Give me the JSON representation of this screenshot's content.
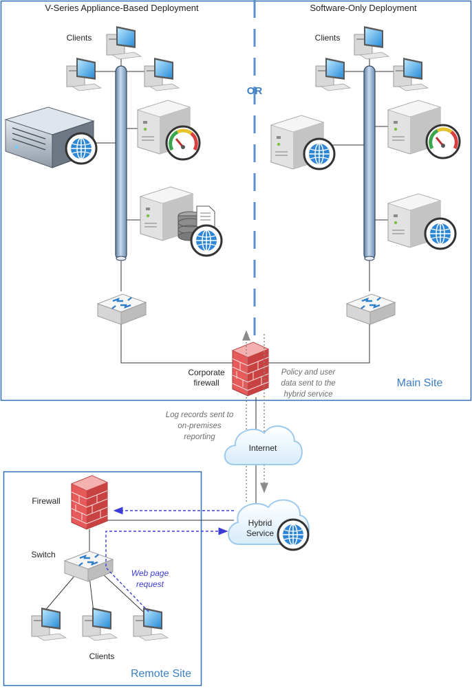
{
  "main_site": {
    "label": "Main Site",
    "left_title": "V-Series Appliance-Based Deployment",
    "right_title": "Software-Only Deployment",
    "or_label": "OR",
    "left_clients_label": "Clients",
    "right_clients_label": "Clients",
    "firewall_label_line1": "Corporate",
    "firewall_label_line2": "firewall"
  },
  "flows": {
    "policy_line1": "Policy and user",
    "policy_line2": "data sent to the",
    "policy_line3": "hybrid service",
    "log_line1": "Log records sent to",
    "log_line2": "on-premises",
    "log_line3": "reporting",
    "webpage_line1": "Web page",
    "webpage_line2": "request"
  },
  "internet": {
    "label": "Internet"
  },
  "hybrid": {
    "label_line1": "Hybrid",
    "label_line2": "Service"
  },
  "remote_site": {
    "label": "Remote Site",
    "firewall_label": "Firewall",
    "switch_label": "Switch",
    "clients_label": "Clients"
  },
  "colors": {
    "frame": "#2f6fb5",
    "region_label": "#3a7ec4",
    "flow_arrow": "#3b3bd6",
    "flow_text": "#3b3bd6",
    "note_text": "#6e6e6e",
    "firewall": "#d94b4b",
    "backbone": "#9fb8d6"
  }
}
